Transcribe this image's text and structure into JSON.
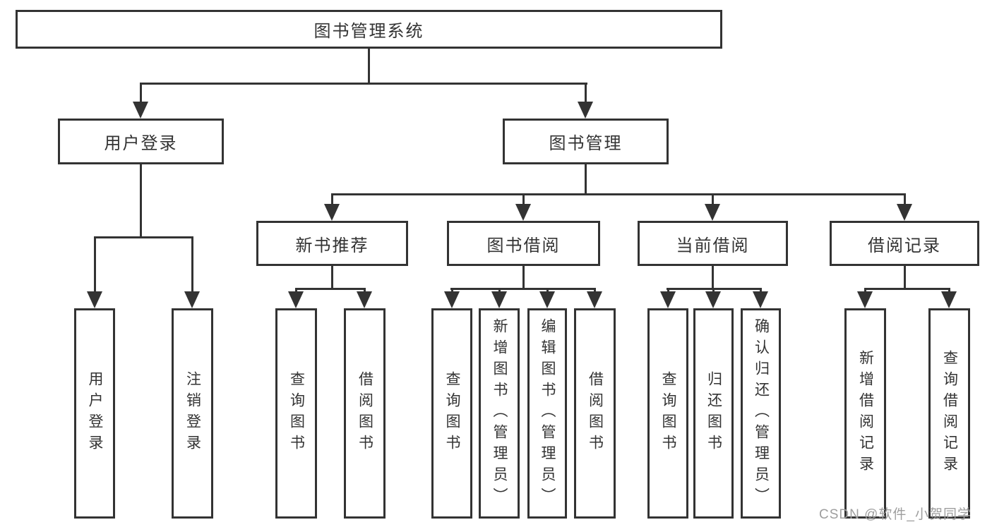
{
  "colors": {
    "line": "#333333",
    "box_background": "#ffffff",
    "text": "#333333",
    "watermark": "#9e9e9e"
  },
  "watermark": {
    "text": "CSDN @软件_小贺同学"
  },
  "tree": {
    "root": {
      "label": "图书管理系统"
    },
    "branches": [
      {
        "label": "用户登录",
        "children": [
          {
            "label": "用户登录"
          },
          {
            "label": "注销登录"
          }
        ]
      },
      {
        "label": "图书管理",
        "children": [
          {
            "label": "新书推荐",
            "children": [
              {
                "label": "查询图书"
              },
              {
                "label": "借阅图书"
              }
            ]
          },
          {
            "label": "图书借阅",
            "children": [
              {
                "label": "查询图书"
              },
              {
                "label": "新增图书（管理员）"
              },
              {
                "label": "编辑图书（管理员）"
              },
              {
                "label": "借阅图书"
              }
            ]
          },
          {
            "label": "当前借阅",
            "children": [
              {
                "label": "查询图书"
              },
              {
                "label": "归还图书"
              },
              {
                "label": "确认归还（管理员）"
              }
            ]
          },
          {
            "label": "借阅记录",
            "children": [
              {
                "label": "新增借阅记录"
              },
              {
                "label": "查询借阅记录"
              }
            ]
          }
        ]
      }
    ]
  }
}
